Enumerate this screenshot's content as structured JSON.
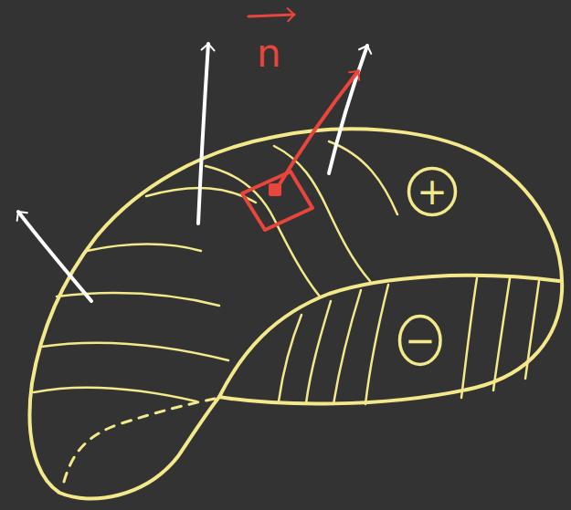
{
  "diagram": {
    "nodes": [
      {
        "text": [
          "+"
        ]
      },
      {
        "text": [
          "−"
        ]
      }
    ],
    "labels": [
      "n"
    ]
  }
}
